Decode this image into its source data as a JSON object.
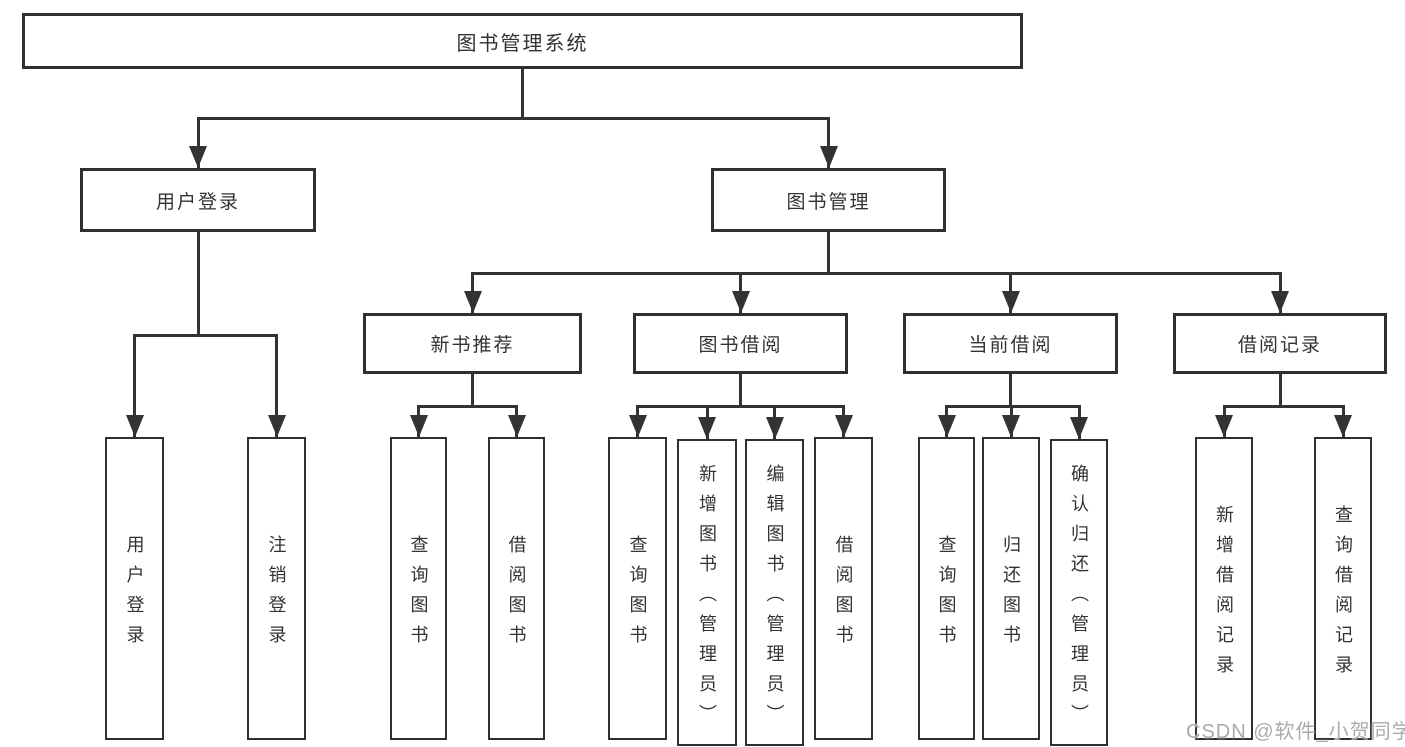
{
  "diagram": {
    "root": {
      "label": "图书管理系统"
    },
    "branches": [
      {
        "label": "用户登录"
      },
      {
        "label": "图书管理"
      }
    ],
    "modules": [
      {
        "label": "新书推荐"
      },
      {
        "label": "图书借阅"
      },
      {
        "label": "当前借阅"
      },
      {
        "label": "借阅记录"
      }
    ],
    "leaves": [
      {
        "label": "用户登录"
      },
      {
        "label": "注销登录"
      },
      {
        "label": "查询图书"
      },
      {
        "label": "借阅图书"
      },
      {
        "label": "查询图书"
      },
      {
        "label": "新增图书（管理员）"
      },
      {
        "label": "编辑图书（管理员）"
      },
      {
        "label": "借阅图书"
      },
      {
        "label": "查询图书"
      },
      {
        "label": "归还图书"
      },
      {
        "label": "确认归还（管理员）"
      },
      {
        "label": "新增借阅记录"
      },
      {
        "label": "查询借阅记录"
      }
    ]
  },
  "watermark": {
    "text": "CSDN @软件_小贺同学",
    "color": "#ababab"
  },
  "colors": {
    "line": "#333333",
    "text": "#333333",
    "background": "#ffffff"
  }
}
